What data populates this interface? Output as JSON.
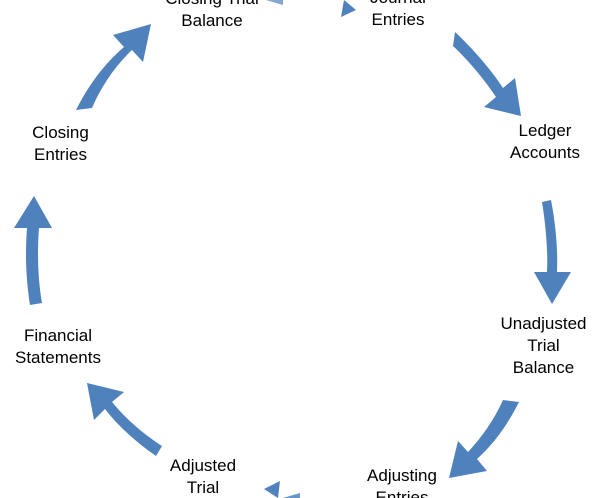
{
  "diagram": {
    "kind": "cycle-diagram",
    "accent_color": "#4F81BD",
    "text_color": "#000000",
    "background_color": "#FFFFFF",
    "direction": "clockwise",
    "nodes": [
      {
        "id": "journal-entries",
        "label": "Journal\nEntries",
        "position": "top-center",
        "clipped": "top"
      },
      {
        "id": "ledger-accounts",
        "label": "Ledger\nAccounts",
        "position": "right-upper",
        "clipped": "none"
      },
      {
        "id": "unadjusted-trial-balance",
        "label": "Unadjusted\nTrial\nBalance",
        "position": "right-lower",
        "clipped": "none"
      },
      {
        "id": "adjusting-entries",
        "label": "Adjusting\nEntries",
        "position": "bottom-right",
        "clipped": "bottom"
      },
      {
        "id": "adjusted-trial-balance",
        "label": "Adjusted\nTrial\nBalance",
        "position": "bottom-left",
        "clipped": "bottom"
      },
      {
        "id": "financial-statements",
        "label": "Financial\nStatements",
        "position": "left-lower",
        "clipped": "none"
      },
      {
        "id": "closing-entries",
        "label": "Closing\nEntries",
        "position": "left-upper",
        "clipped": "none"
      },
      {
        "id": "closing-trial-balance",
        "label": "Closing Trial\nBalance",
        "position": "top-left",
        "clipped": "top"
      }
    ],
    "arrows": [
      {
        "id": "arrow-journal-to-ledger",
        "from": "journal-entries",
        "to": "ledger-accounts",
        "points": "down-right"
      },
      {
        "id": "arrow-ledger-to-unadjusted",
        "from": "ledger-accounts",
        "to": "unadjusted-trial-balance",
        "points": "down"
      },
      {
        "id": "arrow-unadjusted-to-adjusting",
        "from": "unadjusted-trial-balance",
        "to": "adjusting-entries",
        "points": "down-left"
      },
      {
        "id": "arrow-adjusting-to-adjusted",
        "from": "adjusting-entries",
        "to": "adjusted-trial-balance",
        "points": "left",
        "clipped": "bottom"
      },
      {
        "id": "arrow-adjusted-to-financial",
        "from": "adjusted-trial-balance",
        "to": "financial-statements",
        "points": "up-left"
      },
      {
        "id": "arrow-financial-to-closing",
        "from": "financial-statements",
        "to": "closing-entries",
        "points": "up"
      },
      {
        "id": "arrow-closing-to-closing-trial",
        "from": "closing-entries",
        "to": "closing-trial-balance",
        "points": "up-right"
      },
      {
        "id": "arrow-closing-trial-to-journal",
        "from": "closing-trial-balance",
        "to": "journal-entries",
        "points": "right",
        "clipped": "top"
      }
    ]
  }
}
